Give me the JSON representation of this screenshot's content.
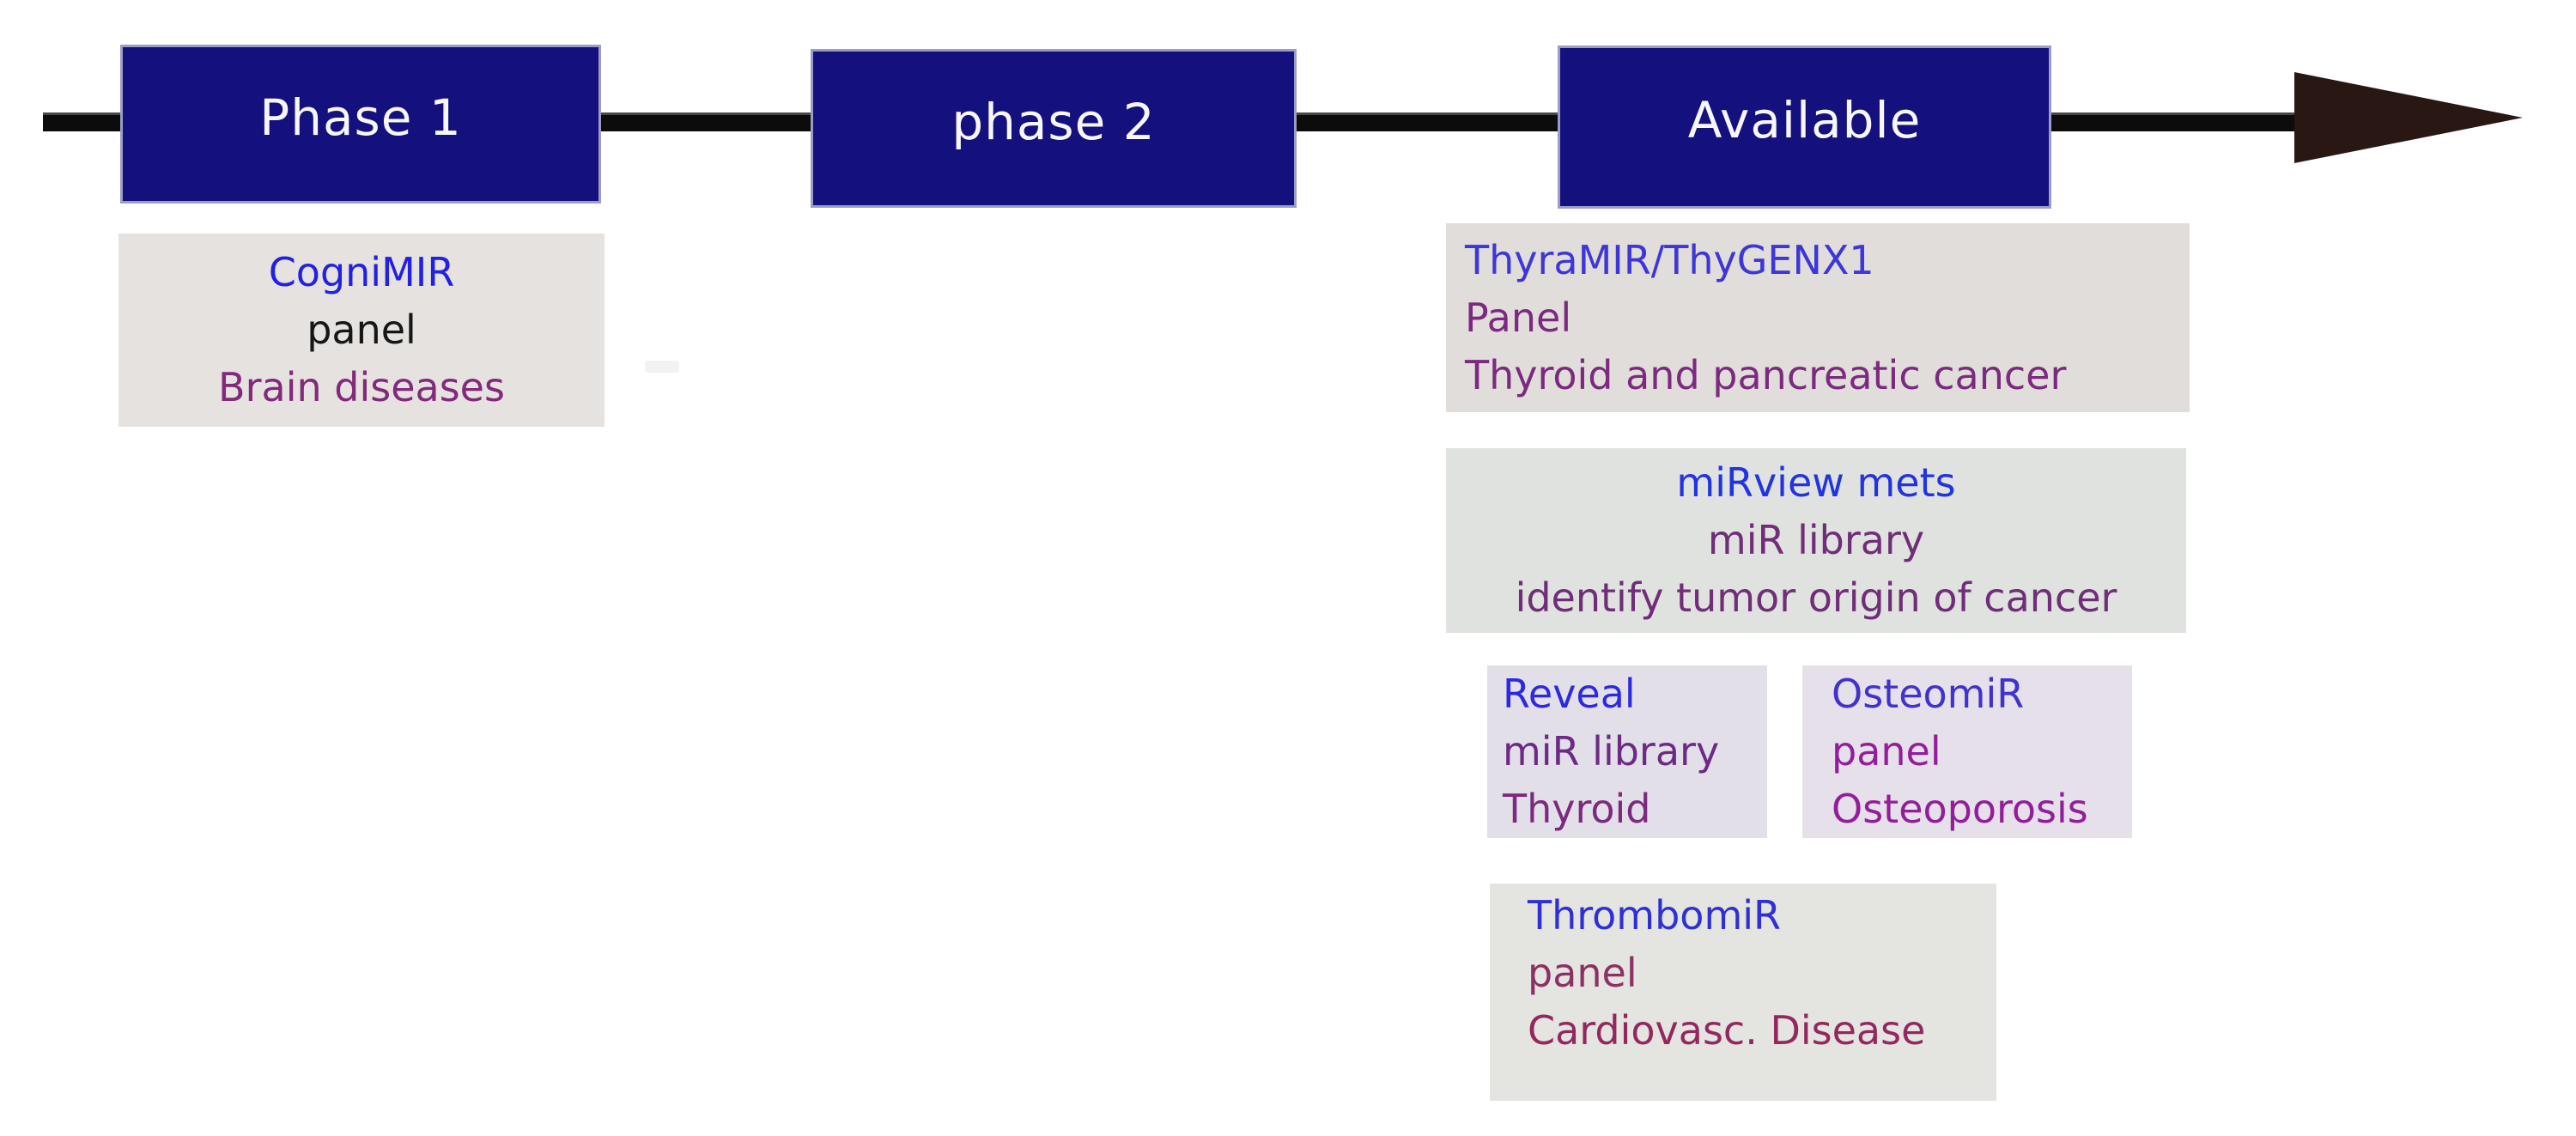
{
  "timeline": {
    "line_color": "#0c0c0c",
    "arrowhead_color": "#281712",
    "stage_box_color": "#14117e",
    "stage_box_border_color": "#9b9dc6",
    "stage_label_color": "#f7f7f9",
    "stages": [
      {
        "label": "Phase 1"
      },
      {
        "label": "phase 2"
      },
      {
        "label": "Available"
      }
    ]
  },
  "product_boxes": [
    {
      "name": "CogniMIR",
      "bg": "#e5e2df",
      "lines": [
        {
          "text": "CogniMIR",
          "color": "#2220e4"
        },
        {
          "text": "panel",
          "color": "#161616"
        },
        {
          "text": "Brain diseases",
          "color": "#82297c"
        }
      ]
    },
    {
      "name": "ThyraMIR/ThyGENX1",
      "bg": "#e1ddda",
      "lines": [
        {
          "text": "ThyraMIR/ThyGENX1",
          "color": "#3d36d9"
        },
        {
          "text": "Panel",
          "color": "#7c2a80"
        },
        {
          "text": "Thyroid and pancreatic cancer",
          "color": "#7c2a80"
        }
      ]
    },
    {
      "name": "miRview mets",
      "bg": "#dfe2de",
      "lines": [
        {
          "text": "miRview mets",
          "color": "#2133e3"
        },
        {
          "text": "miR library",
          "color": "#702d78"
        },
        {
          "text": "identify tumor origin of cancer",
          "color": "#702d78"
        }
      ]
    },
    {
      "name": "Reveal",
      "bg": "#e2dfe8",
      "lines": [
        {
          "text": "Reveal",
          "color": "#2b2ae0"
        },
        {
          "text": "miR library",
          "color": "#6d2a85"
        },
        {
          "text": "Thyroid",
          "color": "#7c2a80"
        }
      ]
    },
    {
      "name": "OsteomiR",
      "bg": "#e5e0e9",
      "lines": [
        {
          "text": "OsteomiR",
          "color": "#3f33cf"
        },
        {
          "text": "panel",
          "color": "#941d9b"
        },
        {
          "text": "Osteoporosis",
          "color": "#941d9b"
        }
      ]
    },
    {
      "name": "ThrombomiR",
      "bg": "#e4e4e1",
      "lines": [
        {
          "text": "ThrombomiR",
          "color": "#2f2fd8"
        },
        {
          "text": "panel",
          "color": "#8d3063"
        },
        {
          "text": "Cardiovasc. Disease",
          "color": "#93285e"
        }
      ]
    }
  ],
  "artifacts": {
    "faint_dash_color": "#f2f2f2"
  }
}
